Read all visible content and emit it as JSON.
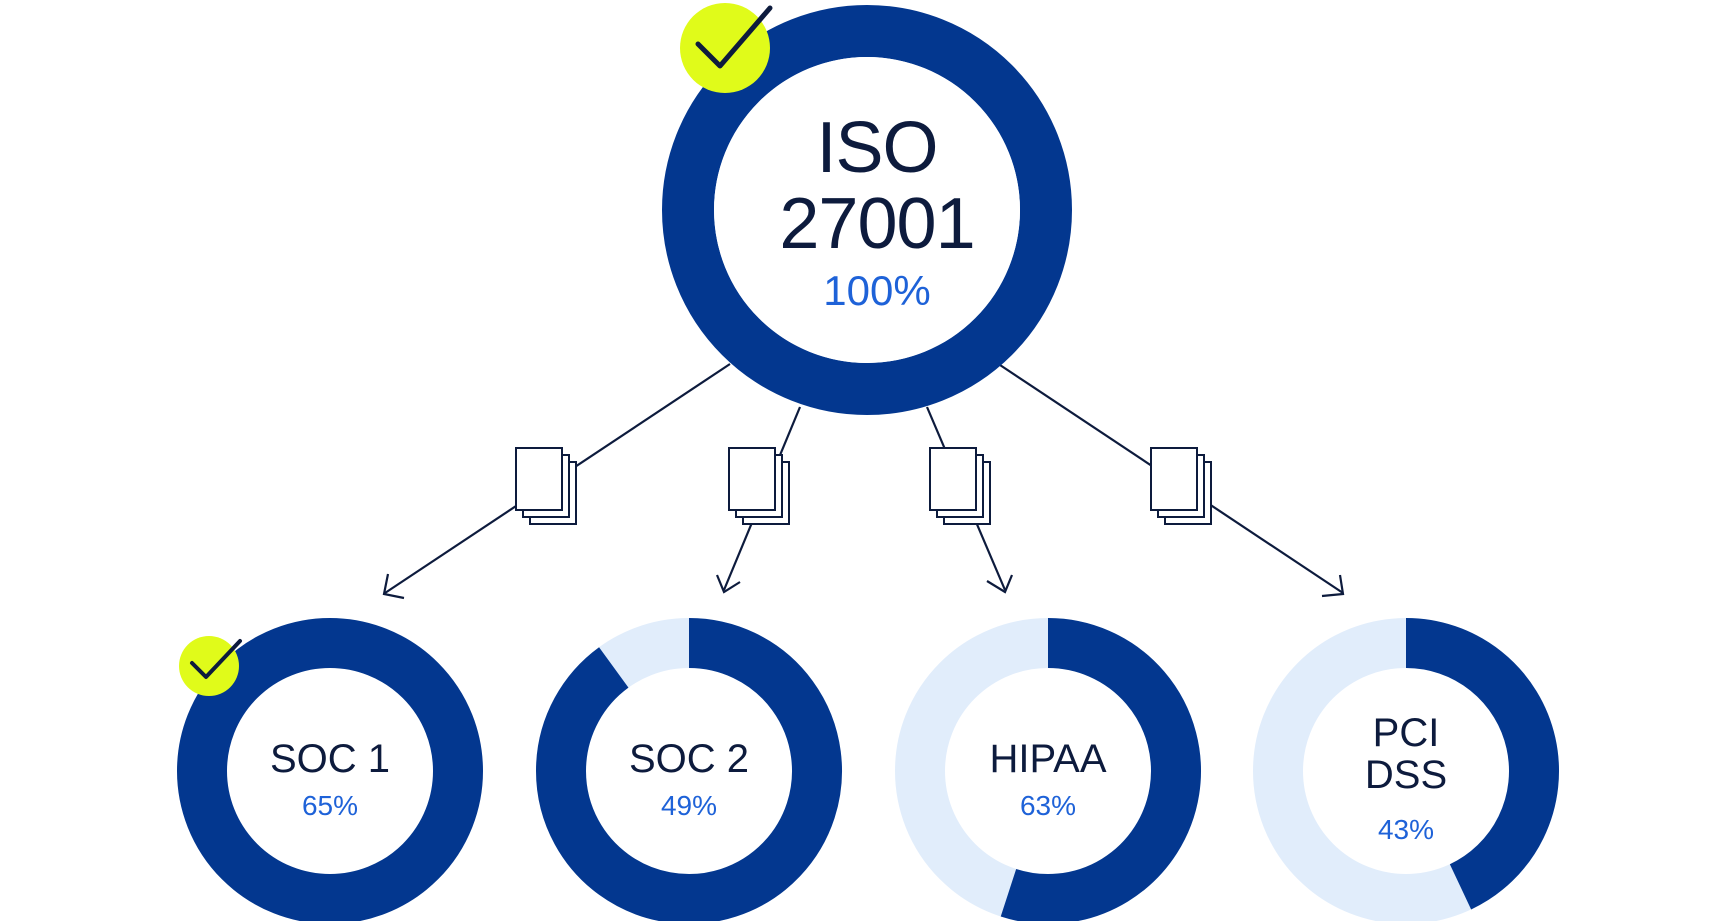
{
  "colors": {
    "ring_dark": "#03378f",
    "ring_light": "#e1edfb",
    "check_badge": "#e0fb1a",
    "label_dark": "#0d1b3d",
    "percent_blue": "#1e62d8"
  },
  "root": {
    "title_line1": "ISO",
    "title_line2": "27001",
    "percent": "100%",
    "value": 100,
    "badge_icon": "check-icon"
  },
  "connector_icon": "documents-icon",
  "children": [
    {
      "title": "SOC 1",
      "percent": "65%",
      "badge_icon": "check-icon"
    },
    {
      "title": "SOC 2",
      "percent": "49%",
      "ring_fill": 0.9
    },
    {
      "title": "HIPAA",
      "percent": "63%",
      "ring_fill": 0.55
    },
    {
      "title_line1": "PCI",
      "title_line2": "DSS",
      "percent": "43%",
      "ring_fill": 0.43
    }
  ]
}
